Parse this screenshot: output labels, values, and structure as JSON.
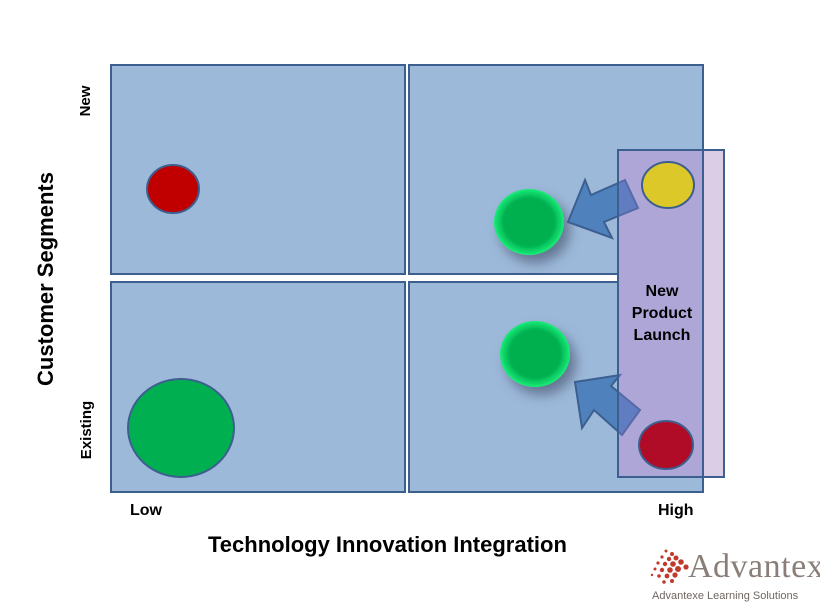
{
  "diagram": {
    "type": "2x2 matrix",
    "y_axis": {
      "title": "Customer Segments",
      "top_label": "New",
      "bottom_label": "Existing"
    },
    "x_axis": {
      "title": "Technology Innovation Integration",
      "left_label": "Low",
      "right_label": "High"
    },
    "highlight": {
      "label_line1": "New",
      "label_line2": "Product",
      "label_line3": "Launch"
    },
    "quadrants": [
      {
        "position": "top-left",
        "items": [
          {
            "shape": "circle",
            "color": "#c00000"
          }
        ]
      },
      {
        "position": "top-right",
        "items": [
          {
            "shape": "circle",
            "color": "#00b050",
            "glow": true
          },
          {
            "shape": "arrow",
            "direction": "left"
          },
          {
            "shape": "circle",
            "color": "#dcc828"
          }
        ]
      },
      {
        "position": "bottom-left",
        "items": [
          {
            "shape": "circle",
            "color": "#00b050",
            "size": "large"
          }
        ]
      },
      {
        "position": "bottom-right",
        "items": [
          {
            "shape": "circle",
            "color": "#00b050",
            "glow": true
          },
          {
            "shape": "arrow",
            "direction": "up-left"
          },
          {
            "shape": "circle",
            "color": "#b00c28"
          }
        ]
      }
    ],
    "colors": {
      "quadrant_fill": "#9db9da",
      "quadrant_border": "#3c5f8f",
      "highlight_fill": "#9797cb",
      "highlight_back": "#dccde6",
      "arrow_fill": "#4f81bd"
    }
  },
  "logo": {
    "name": "Advantexe",
    "tagline": "Advantexe Learning Solutions",
    "accent": "#c0392b"
  }
}
